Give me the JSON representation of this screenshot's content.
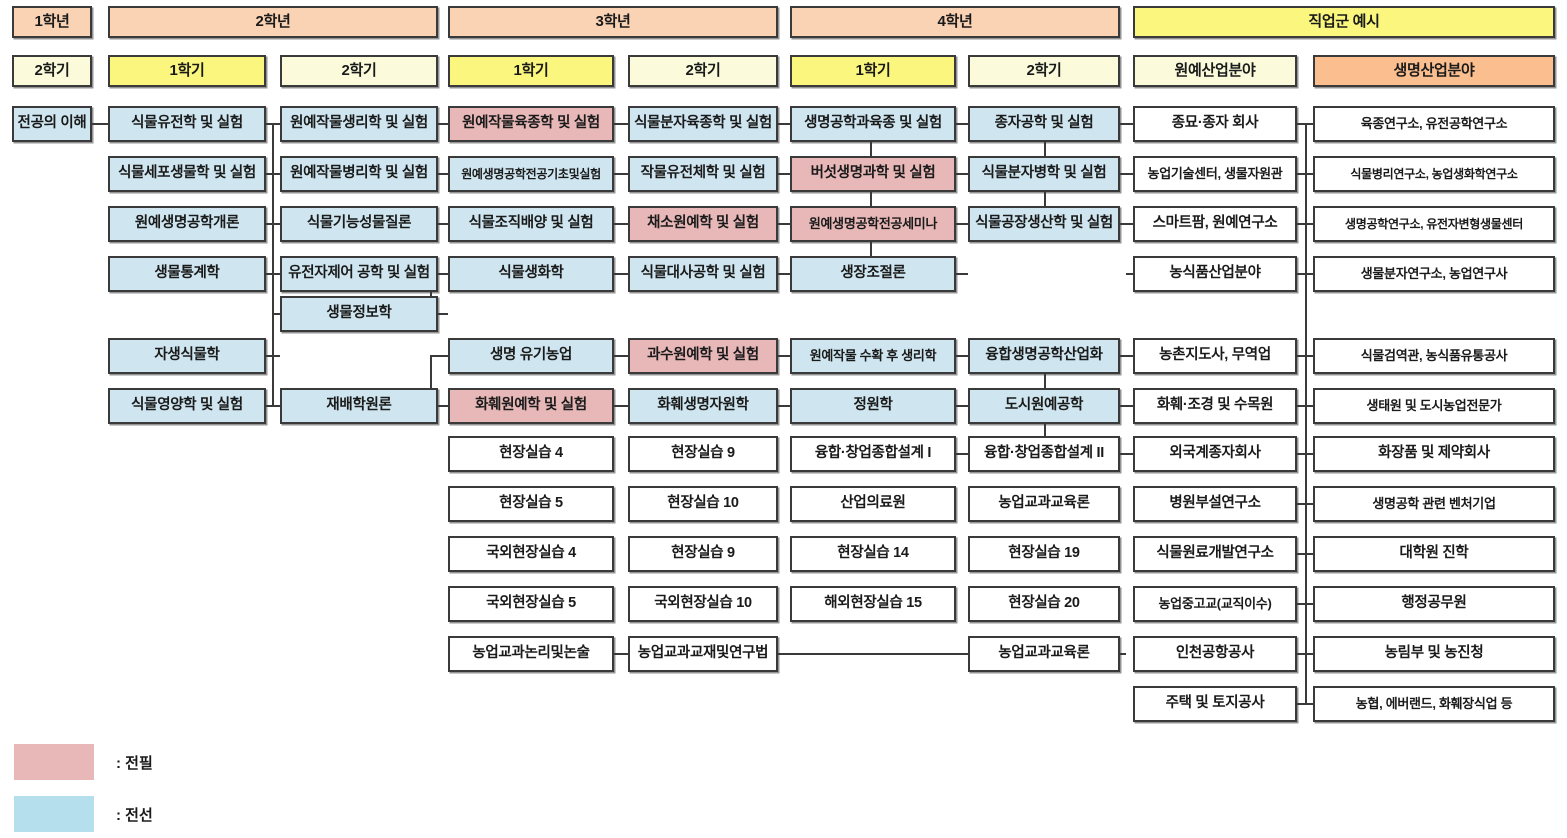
{
  "legend": {
    "required": {
      "label": ": 전필",
      "color": "#e8b8b8"
    },
    "elective": {
      "label": ": 전선",
      "color": "#cfe6f0"
    }
  },
  "years": [
    {
      "label": "1학년"
    },
    {
      "label": "2학년"
    },
    {
      "label": "3학년"
    },
    {
      "label": "4학년"
    },
    {
      "label": "직업군 예시"
    }
  ],
  "semesters": [
    {
      "label": "2학기",
      "highlight": false
    },
    {
      "label": "1학기",
      "highlight": true
    },
    {
      "label": "2학기",
      "highlight": false
    },
    {
      "label": "1학기",
      "highlight": true
    },
    {
      "label": "2학기",
      "highlight": false
    },
    {
      "label": "1학기",
      "highlight": true
    },
    {
      "label": "2학기",
      "highlight": false
    },
    {
      "label": "원예산업분야",
      "highlight": false
    },
    {
      "label": "생명산업분야",
      "highlight": false
    }
  ],
  "columns": {
    "y1s2": [
      {
        "label": "전공의 이해",
        "type": "sel",
        "row": 0
      }
    ],
    "y2s1": [
      {
        "label": "식물유전학 및 실험",
        "type": "sel",
        "row": 0
      },
      {
        "label": "식물세포생물학 및 실험",
        "type": "sel",
        "row": 1
      },
      {
        "label": "원예생명공학개론",
        "type": "sel",
        "row": 2
      },
      {
        "label": "생물통계학",
        "type": "sel",
        "row": 3
      },
      {
        "label": "자생식물학",
        "type": "sel",
        "row": 5
      },
      {
        "label": "식물영양학 및 실험",
        "type": "sel",
        "row": 6
      }
    ],
    "y2s2": [
      {
        "label": "원예작물생리학 및 실험",
        "type": "sel",
        "row": 0
      },
      {
        "label": "원예작물병리학 및 실험",
        "type": "sel",
        "row": 1
      },
      {
        "label": "식물기능성물질론",
        "type": "sel",
        "row": 2
      },
      {
        "label": "유전자제어 공학 및 실험",
        "type": "sel",
        "row": 3
      },
      {
        "label": "생물정보학",
        "type": "sel",
        "row": 4
      },
      {
        "label": "재배학원론",
        "type": "sel",
        "row": 6
      }
    ],
    "y3s1": [
      {
        "label": "원예작물육종학 및 실험",
        "type": "req",
        "row": 0
      },
      {
        "label": "원예생명공학전공기초및실험",
        "type": "sel",
        "row": 1,
        "size": "xsmall"
      },
      {
        "label": "식물조직배양 및 실험",
        "type": "sel",
        "row": 2
      },
      {
        "label": "식물생화학",
        "type": "sel",
        "row": 3
      },
      {
        "label": "생명 유기농업",
        "type": "sel",
        "row": 5
      },
      {
        "label": "화훼원예학 및 실험",
        "type": "req",
        "row": 6
      },
      {
        "label": "현장실습 4",
        "type": "plain",
        "row": 7
      },
      {
        "label": "현장실습 5",
        "type": "plain",
        "row": 8
      },
      {
        "label": "국외현장실습 4",
        "type": "plain",
        "row": 9
      },
      {
        "label": "국외현장실습 5",
        "type": "plain",
        "row": 10
      },
      {
        "label": "농업교과논리및논술",
        "type": "plain",
        "row": 11
      }
    ],
    "y3s2": [
      {
        "label": "식물분자육종학 및 실험",
        "type": "sel",
        "row": 0
      },
      {
        "label": "작물유전체학 및 실험",
        "type": "sel",
        "row": 1
      },
      {
        "label": "채소원예학 및 실험",
        "type": "req",
        "row": 2
      },
      {
        "label": "식물대사공학 및 실험",
        "type": "sel",
        "row": 3
      },
      {
        "label": "과수원예학 및 실험",
        "type": "req",
        "row": 5
      },
      {
        "label": "화훼생명자원학",
        "type": "sel",
        "row": 6
      },
      {
        "label": "현장실습 9",
        "type": "plain",
        "row": 7
      },
      {
        "label": "현장실습 10",
        "type": "plain",
        "row": 8
      },
      {
        "label": "현장실습 9",
        "type": "plain",
        "row": 9
      },
      {
        "label": "국외현장실습 10",
        "type": "plain",
        "row": 10
      },
      {
        "label": "농업교과교재및연구법",
        "type": "plain",
        "row": 11
      }
    ],
    "y4s1": [
      {
        "label": "생명공학과육종 및 실험",
        "type": "sel",
        "row": 0
      },
      {
        "label": "버섯생명과학 및 실험",
        "type": "req",
        "row": 1
      },
      {
        "label": "원예생명공학전공세미나",
        "type": "req",
        "row": 2,
        "size": "small"
      },
      {
        "label": "생장조절론",
        "type": "sel",
        "row": 3
      },
      {
        "label": "원예작물 수확 후 생리학",
        "type": "sel",
        "row": 5,
        "size": "small"
      },
      {
        "label": "정원학",
        "type": "sel",
        "row": 6
      },
      {
        "label": "융합·창업종합설계 I",
        "type": "plain",
        "row": 7
      },
      {
        "label": "산업의료원",
        "type": "plain",
        "row": 8
      },
      {
        "label": "현장실습 14",
        "type": "plain",
        "row": 9
      },
      {
        "label": "해외현장실습 15",
        "type": "plain",
        "row": 10
      }
    ],
    "y4s2": [
      {
        "label": "종자공학 및 실험",
        "type": "sel",
        "row": 0
      },
      {
        "label": "식물분자병학 및 실험",
        "type": "sel",
        "row": 1
      },
      {
        "label": "식물공장생산학 및 실험",
        "type": "sel",
        "row": 2
      },
      {
        "label": "융합생명공학산업화",
        "type": "sel",
        "row": 5
      },
      {
        "label": "도시원예공학",
        "type": "sel",
        "row": 6
      },
      {
        "label": "융합·창업종합설계 II",
        "type": "plain",
        "row": 7
      },
      {
        "label": "농업교과교육론",
        "type": "plain",
        "row": 8
      },
      {
        "label": "현장실습 19",
        "type": "plain",
        "row": 9
      },
      {
        "label": "현장실습 20",
        "type": "plain",
        "row": 10
      },
      {
        "label": "농업교과교육론",
        "type": "plain",
        "row": 11
      }
    ],
    "jobA": [
      {
        "label": "종묘·종자 회사",
        "type": "plain",
        "row": 0
      },
      {
        "label": "농업기술센터, 생물자원관",
        "type": "plain",
        "row": 1,
        "size": "small"
      },
      {
        "label": "스마트팜, 원예연구소",
        "type": "plain",
        "row": 2
      },
      {
        "label": "농식품산업분야",
        "type": "plain",
        "row": 3
      },
      {
        "label": "농촌지도사, 무역업",
        "type": "plain",
        "row": 5
      },
      {
        "label": "화훼·조경 및 수목원",
        "type": "plain",
        "row": 6
      },
      {
        "label": "외국계종자회사",
        "type": "plain",
        "row": 7
      },
      {
        "label": "병원부설연구소",
        "type": "plain",
        "row": 8
      },
      {
        "label": "식물원료개발연구소",
        "type": "plain",
        "row": 9
      },
      {
        "label": "농업중고교(교직이수)",
        "type": "plain",
        "row": 10,
        "size": "small"
      },
      {
        "label": "인천공항공사",
        "type": "plain",
        "row": 11
      },
      {
        "label": "주택 및 토지공사",
        "type": "plain",
        "row": 12
      }
    ],
    "jobB": [
      {
        "label": "육종연구소, 유전공학연구소",
        "type": "plain",
        "row": 0,
        "size": "small"
      },
      {
        "label": "식물병리연구소, 농업생화학연구소",
        "type": "plain",
        "row": 1,
        "size": "xsmall"
      },
      {
        "label": "생명공학연구소, 유전자변형생물센터",
        "type": "plain",
        "row": 2,
        "size": "xsmall"
      },
      {
        "label": "생물분자연구소, 농업연구사",
        "type": "plain",
        "row": 3,
        "size": "small"
      },
      {
        "label": "식물검역관, 농식품유통공사",
        "type": "plain",
        "row": 5,
        "size": "small"
      },
      {
        "label": "생태원 및 도시농업전문가",
        "type": "plain",
        "row": 6,
        "size": "small"
      },
      {
        "label": "화장품 및 제약회사",
        "type": "plain",
        "row": 7
      },
      {
        "label": "생명공학 관련 벤처기업",
        "type": "plain",
        "row": 8,
        "size": "small"
      },
      {
        "label": "대학원 진학",
        "type": "plain",
        "row": 9
      },
      {
        "label": "행정공무원",
        "type": "plain",
        "row": 10
      },
      {
        "label": "농림부 및 농진청",
        "type": "plain",
        "row": 11
      },
      {
        "label": "농협, 에버랜드, 화훼장식업 등",
        "type": "plain",
        "row": 12,
        "size": "small"
      }
    ]
  }
}
